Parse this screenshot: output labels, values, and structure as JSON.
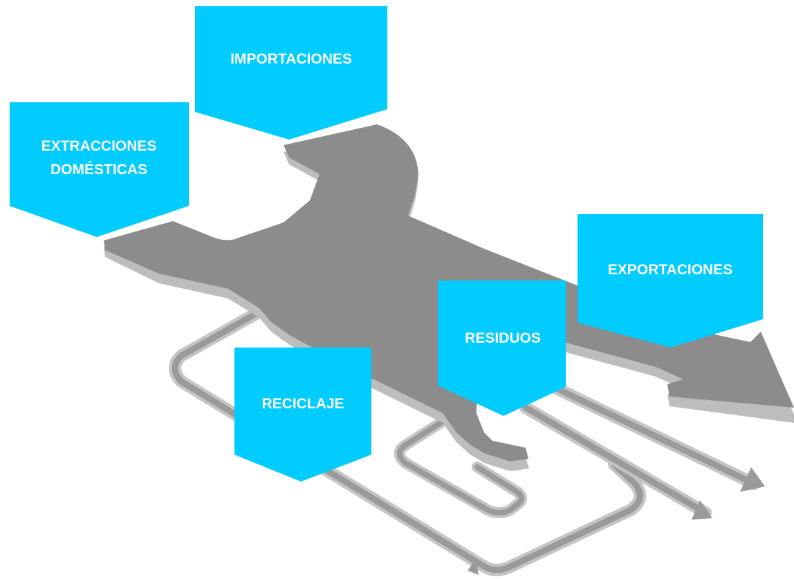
{
  "diagram": {
    "labels": {
      "importaciones": "IMPORTACIONES",
      "extracciones_line1": "EXTRACCIONES",
      "extracciones_line2": "DOMÉSTICAS",
      "exportaciones": "EXPORTACIONES",
      "residuos": "RESIDUOS",
      "reciclaje": "RECICLAJE"
    },
    "colors": {
      "label_box": "#00ccff",
      "label_text": "#ffffff",
      "flow_top": "#8f8f8f",
      "flow_side": "#bdbdbd",
      "background": "#ffffff"
    }
  }
}
